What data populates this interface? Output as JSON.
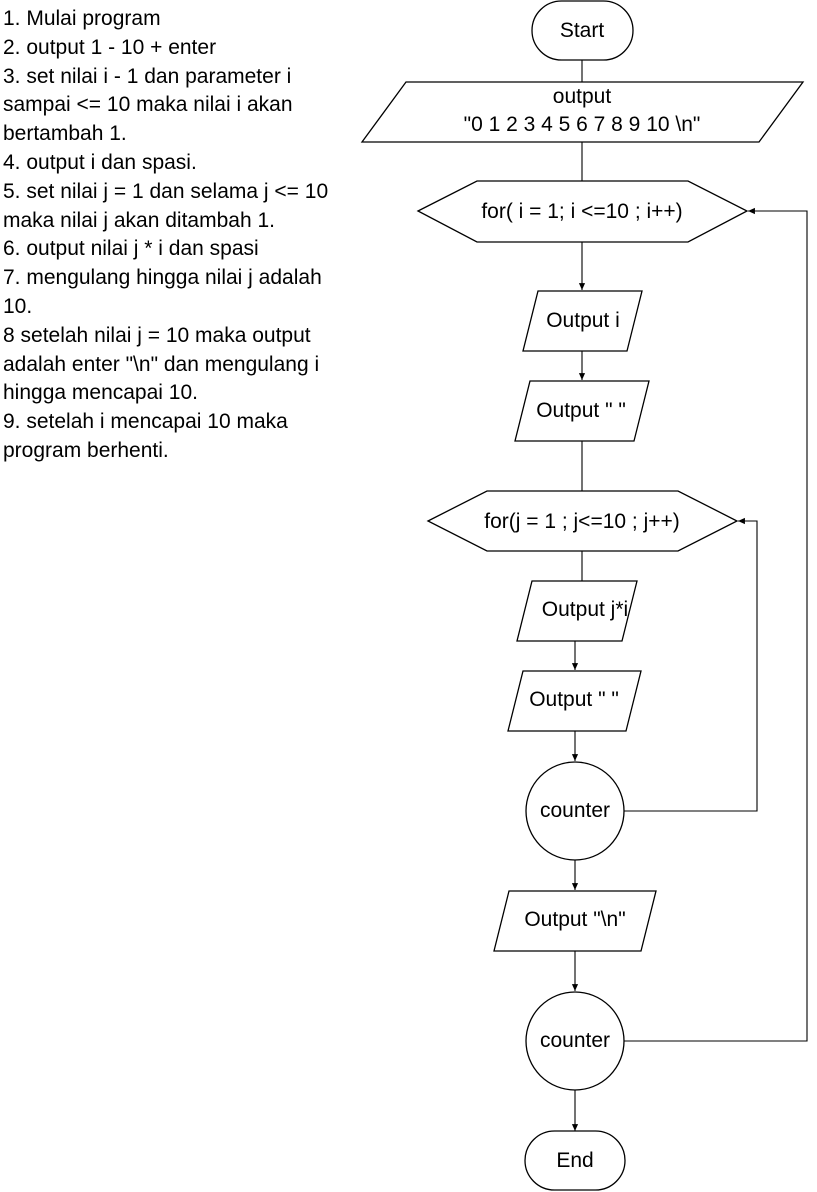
{
  "steps": [
    "1. Mulai program",
    "2. output 1 - 10 + enter",
    "3. set nilai i - 1 dan parameter i",
    "sampai <= 10 maka nilai i akan",
    "bertambah 1.",
    "4. output i dan spasi.",
    "5. set nilai j = 1 dan selama j <= 10",
    "maka nilai j akan ditambah 1.",
    "6. output nilai j * i dan spasi",
    "7. mengulang hingga nilai j adalah",
    "10.",
    "8 setelah nilai j = 10 maka output",
    "adalah enter \"\\n\" dan mengulang i",
    "hingga mencapai 10.",
    "9. setelah i mencapai 10 maka",
    "program berhenti."
  ],
  "nodes": {
    "start": "Start",
    "output_header_line1": "output",
    "output_header_line2": "\"0 1 2 3 4 5 6 7 8 9 10 \\n\"",
    "for_i": "for( i = 1; i <=10 ; i++)",
    "output_i": "Output i",
    "output_space_1": "Output \" \"",
    "for_j": "for(j = 1 ; j<=10 ; j++)",
    "output_ji": "Output j*i",
    "output_space_2": "Output \" \"",
    "counter_inner": "counter",
    "output_newline": "Output \"\\n\"",
    "counter_outer": "counter",
    "end": "End"
  }
}
